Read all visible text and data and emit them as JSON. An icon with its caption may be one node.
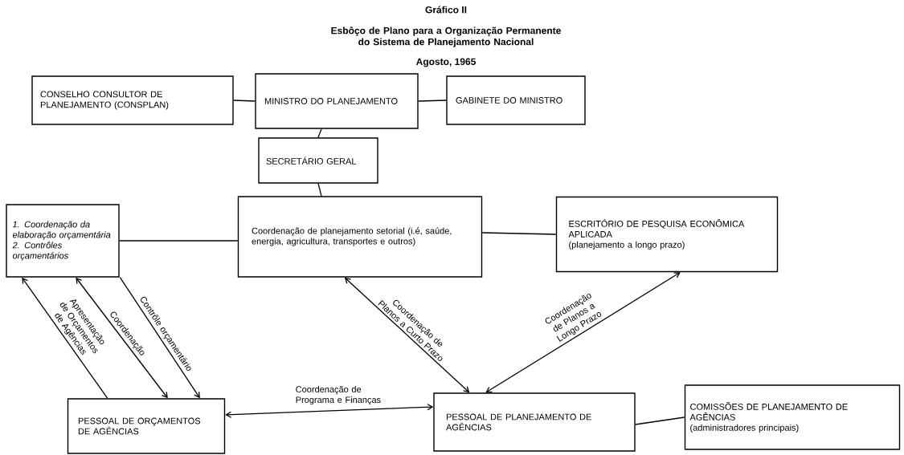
{
  "diagram": {
    "title": "Gráfico II",
    "nodes": [
      {
        "text": [
          "CONSELHO CONSULTOR DE PLANEJAMENTO (CONSPLAN)"
        ]
      },
      {
        "text": [
          "MINISTRO DO PLANEJAMENTO"
        ]
      },
      {
        "text": [
          "GABINETE DO MINISTRO"
        ]
      },
      {
        "text": [
          "SECRETÁRIO GERAL"
        ]
      },
      {
        "text": [
          "1. Coordenação da elaboração orçamentária",
          "2. Contrôles orçamentários"
        ]
      },
      {
        "text": [
          "Coordenação de planejamento setorial (i.é, saúde, energia, agricultura, transportes e outros)"
        ]
      },
      {
        "text": [
          "ESCRITÓRIO DE PESQUISA ECONÔMICA APLICADA",
          "(planejamento a longo prazo)"
        ]
      },
      {
        "text": [
          "PESSOAL DE ORÇAMENTOS DE AGÊNCIAS"
        ]
      },
      {
        "text": [
          "PESSOAL DE PLANEJAMENTO DE AGÊNCIAS"
        ]
      },
      {
        "text": [
          "COMISSÕES DE PLANEJAMENTO DE AGÊNCIAS",
          "(administradores principais)"
        ]
      }
    ],
    "edges": [
      {
        "from": 0,
        "to": 1,
        "arrow": "none"
      },
      {
        "from": 1,
        "to": 2,
        "arrow": "none"
      },
      {
        "from": 1,
        "to": 3,
        "arrow": "none"
      },
      {
        "from": 3,
        "to": 5,
        "arrow": "none"
      },
      {
        "from": 4,
        "to": 5,
        "arrow": "none"
      },
      {
        "from": 5,
        "to": 6,
        "arrow": "none"
      },
      {
        "from": 7,
        "to": 4,
        "arrow": "to",
        "label": "Apresentação de Orçamentos de Agências"
      },
      {
        "from": 4,
        "to": 7,
        "arrow": "both",
        "label": "Coordenação"
      },
      {
        "from": 4,
        "to": 7,
        "arrow": "to",
        "label": "Contrôle orçamentário"
      },
      {
        "from": 5,
        "to": 8,
        "arrow": "both",
        "label": "Coordenação de Planos a Curto Prazo"
      },
      {
        "from": 8,
        "to": 6,
        "arrow": "both",
        "label": "Coordenação de Planos a Longo Prazo"
      },
      {
        "from": 7,
        "to": 8,
        "arrow": "both",
        "label": "Coordenação de Programa e Finanças"
      },
      {
        "from": 8,
        "to": 9,
        "arrow": "none"
      }
    ],
    "labels": [
      "Esbôço de Plano para a Organização Permanente do Sistema de Planejamento Nacional",
      "Agosto, 1965"
    ]
  }
}
